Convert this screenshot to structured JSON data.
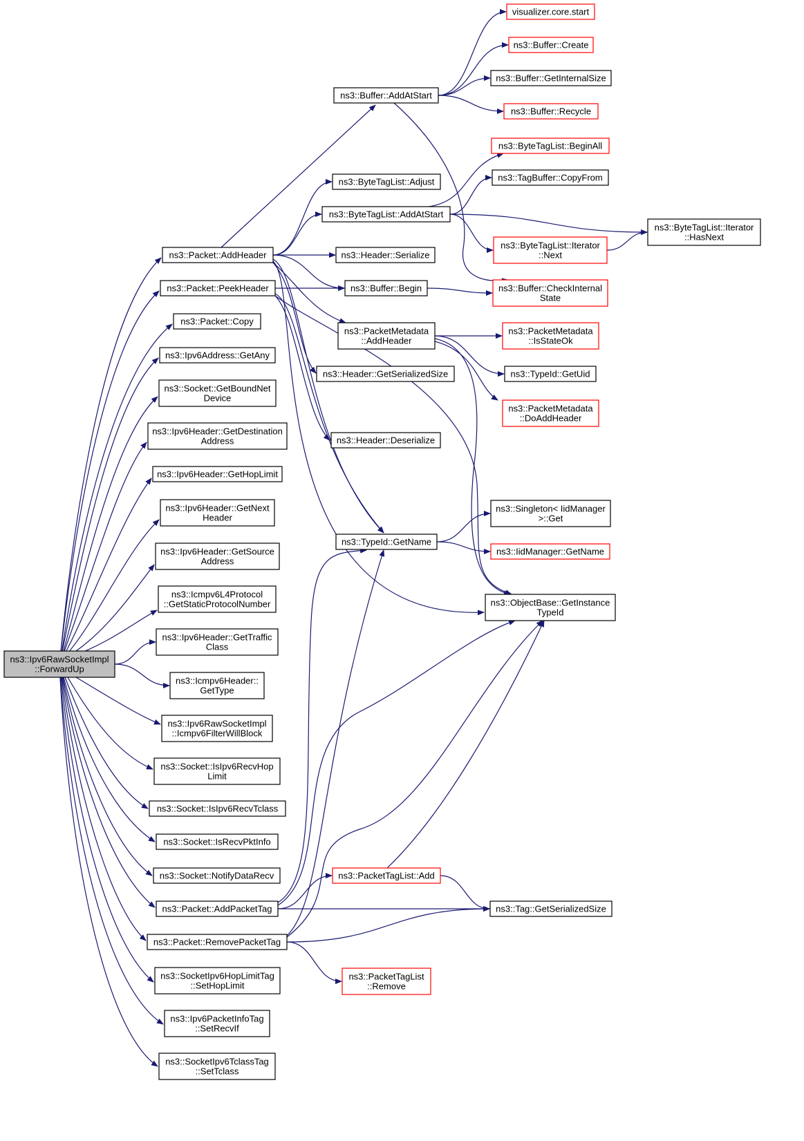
{
  "colors": {
    "edge": "#191970",
    "node_border_default": "#000000",
    "node_border_truncated": "#ff0000",
    "root_fill": "#bfbfbf",
    "node_fill": "#ffffff"
  },
  "nodes": [
    {
      "id": "root",
      "lines": [
        "ns3::Ipv6RawSocketImpl",
        "::ForwardUp"
      ],
      "style": "root"
    },
    {
      "id": "addHeader",
      "lines": [
        "ns3::Packet::AddHeader"
      ],
      "style": "normal"
    },
    {
      "id": "peekHeader",
      "lines": [
        "ns3::Packet::PeekHeader"
      ],
      "style": "normal"
    },
    {
      "id": "copy",
      "lines": [
        "ns3::Packet::Copy"
      ],
      "style": "normal"
    },
    {
      "id": "getAny",
      "lines": [
        "ns3::Ipv6Address::GetAny"
      ],
      "style": "normal"
    },
    {
      "id": "getBoundNetDevice",
      "lines": [
        "ns3::Socket::GetBoundNet",
        "Device"
      ],
      "style": "normal"
    },
    {
      "id": "getDestAddr",
      "lines": [
        "ns3::Ipv6Header::GetDestination",
        "Address"
      ],
      "style": "normal"
    },
    {
      "id": "getHopLimit",
      "lines": [
        "ns3::Ipv6Header::GetHopLimit"
      ],
      "style": "normal"
    },
    {
      "id": "getNextHeader",
      "lines": [
        "ns3::Ipv6Header::GetNext",
        "Header"
      ],
      "style": "normal"
    },
    {
      "id": "getSourceAddr",
      "lines": [
        "ns3::Ipv6Header::GetSource",
        "Address"
      ],
      "style": "normal"
    },
    {
      "id": "getStaticProto",
      "lines": [
        "ns3::Icmpv6L4Protocol",
        "::GetStaticProtocolNumber"
      ],
      "style": "normal"
    },
    {
      "id": "getTrafficClass",
      "lines": [
        "ns3::Ipv6Header::GetTraffic",
        "Class"
      ],
      "style": "normal"
    },
    {
      "id": "icmpGetType",
      "lines": [
        "ns3::Icmpv6Header::",
        "GetType"
      ],
      "style": "normal"
    },
    {
      "id": "filterWillBlock",
      "lines": [
        "ns3::Ipv6RawSocketImpl",
        "::Icmpv6FilterWillBlock"
      ],
      "style": "normal"
    },
    {
      "id": "isRecvHopLimit",
      "lines": [
        "ns3::Socket::IsIpv6RecvHop",
        "Limit"
      ],
      "style": "normal"
    },
    {
      "id": "isRecvTclass",
      "lines": [
        "ns3::Socket::IsIpv6RecvTclass"
      ],
      "style": "normal"
    },
    {
      "id": "isRecvPktInfo",
      "lines": [
        "ns3::Socket::IsRecvPktInfo"
      ],
      "style": "normal"
    },
    {
      "id": "notifyDataRecv",
      "lines": [
        "ns3::Socket::NotifyDataRecv"
      ],
      "style": "normal"
    },
    {
      "id": "addPacketTag",
      "lines": [
        "ns3::Packet::AddPacketTag"
      ],
      "style": "normal"
    },
    {
      "id": "removePacketTag",
      "lines": [
        "ns3::Packet::RemovePacketTag"
      ],
      "style": "normal"
    },
    {
      "id": "setHopLimit",
      "lines": [
        "ns3::SocketIpv6HopLimitTag",
        "::SetHopLimit"
      ],
      "style": "normal"
    },
    {
      "id": "setRecvIf",
      "lines": [
        "ns3::Ipv6PacketInfoTag",
        "::SetRecvIf"
      ],
      "style": "normal"
    },
    {
      "id": "setTclass",
      "lines": [
        "ns3::SocketIpv6TclassTag",
        "::SetTclass"
      ],
      "style": "normal"
    },
    {
      "id": "bufAddAtStart",
      "lines": [
        "ns3::Buffer::AddAtStart"
      ],
      "style": "normal"
    },
    {
      "id": "btlAdjust",
      "lines": [
        "ns3::ByteTagList::Adjust"
      ],
      "style": "normal"
    },
    {
      "id": "btlAddAtStart",
      "lines": [
        "ns3::ByteTagList::AddAtStart"
      ],
      "style": "normal"
    },
    {
      "id": "hdrSerialize",
      "lines": [
        "ns3::Header::Serialize"
      ],
      "style": "normal"
    },
    {
      "id": "bufBegin",
      "lines": [
        "ns3::Buffer::Begin"
      ],
      "style": "normal"
    },
    {
      "id": "pmAddHeader",
      "lines": [
        "ns3::PacketMetadata",
        "::AddHeader"
      ],
      "style": "normal"
    },
    {
      "id": "hdrGetSerSize",
      "lines": [
        "ns3::Header::GetSerializedSize"
      ],
      "style": "normal"
    },
    {
      "id": "hdrDeserialize",
      "lines": [
        "ns3::Header::Deserialize"
      ],
      "style": "normal"
    },
    {
      "id": "typeIdGetName",
      "lines": [
        "ns3::TypeId::GetName"
      ],
      "style": "normal"
    },
    {
      "id": "ptlAdd",
      "lines": [
        "ns3::PacketTagList::Add"
      ],
      "style": "truncated"
    },
    {
      "id": "ptlRemove",
      "lines": [
        "ns3::PacketTagList",
        "::Remove"
      ],
      "style": "truncated"
    },
    {
      "id": "vizStart",
      "lines": [
        "visualizer.core.start"
      ],
      "style": "truncated"
    },
    {
      "id": "bufCreate",
      "lines": [
        "ns3::Buffer::Create"
      ],
      "style": "truncated"
    },
    {
      "id": "bufGetInternalSize",
      "lines": [
        "ns3::Buffer::GetInternalSize"
      ],
      "style": "normal"
    },
    {
      "id": "bufRecycle",
      "lines": [
        "ns3::Buffer::Recycle"
      ],
      "style": "truncated"
    },
    {
      "id": "btlBeginAll",
      "lines": [
        "ns3::ByteTagList::BeginAll"
      ],
      "style": "truncated"
    },
    {
      "id": "tbCopyFrom",
      "lines": [
        "ns3::TagBuffer::CopyFrom"
      ],
      "style": "normal"
    },
    {
      "id": "btlIterNext",
      "lines": [
        "ns3::ByteTagList::Iterator",
        "::Next"
      ],
      "style": "truncated"
    },
    {
      "id": "bufCheckInternal",
      "lines": [
        "ns3::Buffer::CheckInternal",
        "State"
      ],
      "style": "truncated"
    },
    {
      "id": "pmIsStateOk",
      "lines": [
        "ns3::PacketMetadata",
        "::IsStateOk"
      ],
      "style": "truncated"
    },
    {
      "id": "typeIdGetUid",
      "lines": [
        "ns3::TypeId::GetUid"
      ],
      "style": "normal"
    },
    {
      "id": "pmDoAddHeader",
      "lines": [
        "ns3::PacketMetadata",
        "::DoAddHeader"
      ],
      "style": "truncated"
    },
    {
      "id": "singletonGet",
      "lines": [
        "ns3::Singleton< IidManager",
        " >::Get"
      ],
      "style": "normal"
    },
    {
      "id": "iidGetName",
      "lines": [
        "ns3::IidManager::GetName"
      ],
      "style": "truncated"
    },
    {
      "id": "objGetInstanceTypeId",
      "lines": [
        "ns3::ObjectBase::GetInstance",
        "TypeId"
      ],
      "style": "normal"
    },
    {
      "id": "tagGetSerSize",
      "lines": [
        "ns3::Tag::GetSerializedSize"
      ],
      "style": "normal"
    },
    {
      "id": "btlIterHasNext",
      "lines": [
        "ns3::ByteTagList::Iterator",
        "::HasNext"
      ],
      "style": "normal"
    }
  ],
  "edges": [
    [
      "root",
      "addHeader"
    ],
    [
      "root",
      "peekHeader"
    ],
    [
      "root",
      "copy"
    ],
    [
      "root",
      "getAny"
    ],
    [
      "root",
      "getBoundNetDevice"
    ],
    [
      "root",
      "getDestAddr"
    ],
    [
      "root",
      "getHopLimit"
    ],
    [
      "root",
      "getNextHeader"
    ],
    [
      "root",
      "getSourceAddr"
    ],
    [
      "root",
      "getStaticProto"
    ],
    [
      "root",
      "getTrafficClass"
    ],
    [
      "root",
      "icmpGetType"
    ],
    [
      "root",
      "filterWillBlock"
    ],
    [
      "root",
      "isRecvHopLimit"
    ],
    [
      "root",
      "isRecvTclass"
    ],
    [
      "root",
      "isRecvPktInfo"
    ],
    [
      "root",
      "notifyDataRecv"
    ],
    [
      "root",
      "addPacketTag"
    ],
    [
      "root",
      "removePacketTag"
    ],
    [
      "root",
      "setHopLimit"
    ],
    [
      "root",
      "setRecvIf"
    ],
    [
      "root",
      "setTclass"
    ],
    [
      "addHeader",
      "bufAddAtStart"
    ],
    [
      "addHeader",
      "btlAdjust"
    ],
    [
      "addHeader",
      "btlAddAtStart"
    ],
    [
      "addHeader",
      "hdrSerialize"
    ],
    [
      "addHeader",
      "bufBegin"
    ],
    [
      "addHeader",
      "pmAddHeader"
    ],
    [
      "addHeader",
      "hdrGetSerSize"
    ],
    [
      "addHeader",
      "typeIdGetName"
    ],
    [
      "addHeader",
      "objGetInstanceTypeId"
    ],
    [
      "peekHeader",
      "bufBegin"
    ],
    [
      "peekHeader",
      "hdrDeserialize"
    ],
    [
      "peekHeader",
      "typeIdGetName"
    ],
    [
      "peekHeader",
      "objGetInstanceTypeId"
    ],
    [
      "bufAddAtStart",
      "vizStart"
    ],
    [
      "bufAddAtStart",
      "bufCreate"
    ],
    [
      "bufAddAtStart",
      "bufGetInternalSize"
    ],
    [
      "bufAddAtStart",
      "bufRecycle"
    ],
    [
      "bufAddAtStart",
      "bufCheckInternal"
    ],
    [
      "btlAddAtStart",
      "btlBeginAll"
    ],
    [
      "btlAddAtStart",
      "tbCopyFrom"
    ],
    [
      "btlAddAtStart",
      "btlIterNext"
    ],
    [
      "btlAddAtStart",
      "btlIterHasNext"
    ],
    [
      "btlIterNext",
      "btlIterHasNext"
    ],
    [
      "bufBegin",
      "bufCheckInternal"
    ],
    [
      "pmAddHeader",
      "pmIsStateOk"
    ],
    [
      "pmAddHeader",
      "typeIdGetUid"
    ],
    [
      "pmAddHeader",
      "pmDoAddHeader"
    ],
    [
      "pmAddHeader",
      "objGetInstanceTypeId"
    ],
    [
      "typeIdGetName",
      "singletonGet"
    ],
    [
      "typeIdGetName",
      "iidGetName"
    ],
    [
      "addPacketTag",
      "ptlAdd"
    ],
    [
      "addPacketTag",
      "tagGetSerSize"
    ],
    [
      "addPacketTag",
      "typeIdGetName"
    ],
    [
      "addPacketTag",
      "objGetInstanceTypeId"
    ],
    [
      "removePacketTag",
      "ptlRemove"
    ],
    [
      "removePacketTag",
      "tagGetSerSize"
    ],
    [
      "removePacketTag",
      "typeIdGetName"
    ],
    [
      "removePacketTag",
      "objGetInstanceTypeId"
    ],
    [
      "ptlAdd",
      "tagGetSerSize"
    ],
    [
      "ptlAdd",
      "objGetInstanceTypeId"
    ]
  ]
}
